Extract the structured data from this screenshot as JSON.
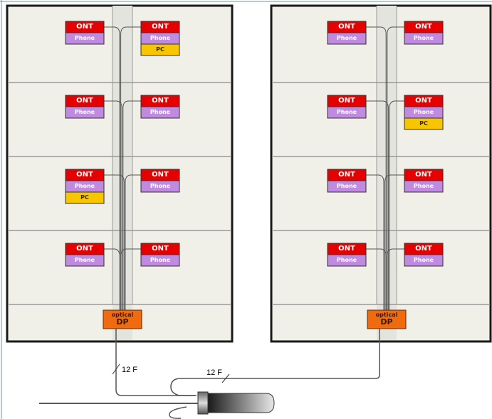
{
  "labels": {
    "ont": "ONT",
    "phone": "Phone",
    "pc": "PC",
    "dp_top": "optical",
    "dp_bottom": "DP",
    "fiber_left": "12 F",
    "fiber_right": "12 F"
  },
  "colors": {
    "ont": "#e60000",
    "phone": "#c08ae0",
    "pc": "#f7c600",
    "dp": "#f06a10",
    "floor_bg": "#f0efe8",
    "shaft": "#e4e4de"
  },
  "buildings": [
    {
      "name": "building-left",
      "units": [
        [
          {
            "pc": false
          },
          {
            "pc": true
          }
        ],
        [
          {
            "pc": false
          },
          {
            "pc": false
          }
        ],
        [
          {
            "pc": true
          },
          {
            "pc": false
          }
        ],
        [
          {
            "pc": false
          },
          {
            "pc": false
          }
        ]
      ]
    },
    {
      "name": "building-right",
      "units": [
        [
          {
            "pc": false
          },
          {
            "pc": false
          }
        ],
        [
          {
            "pc": false
          },
          {
            "pc": true
          }
        ],
        [
          {
            "pc": false
          },
          {
            "pc": false
          }
        ],
        [
          {
            "pc": false
          },
          {
            "pc": false
          }
        ]
      ]
    }
  ]
}
